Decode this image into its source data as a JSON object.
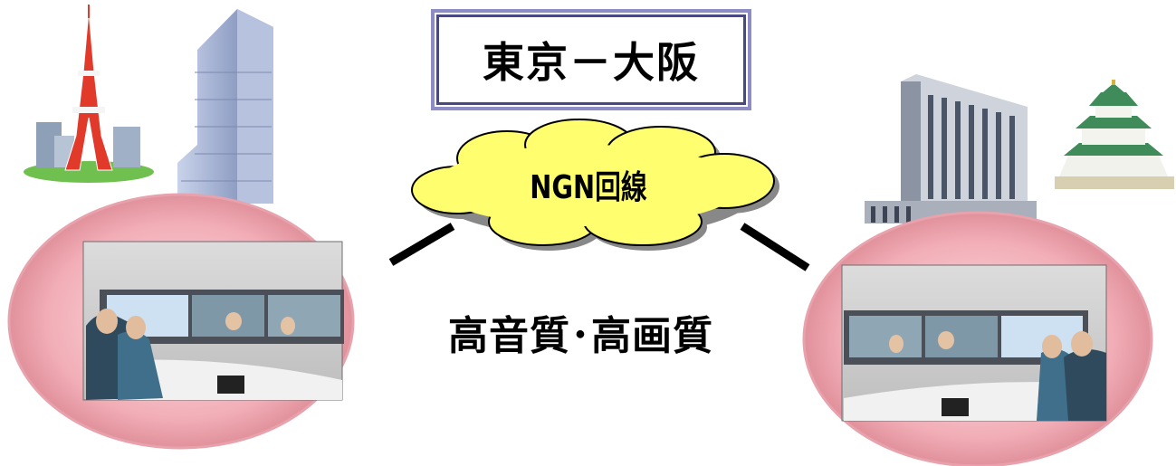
{
  "title": "東京－大阪",
  "network_label": "NGN回線",
  "quality_label": "高音質･高画質",
  "colors": {
    "title_border": "#4a4880",
    "cloud_fill": "#fefe6e",
    "ellipse_fill": "#f3b5bd",
    "ellipse_edge": "#d07d86",
    "line": "#000000"
  }
}
